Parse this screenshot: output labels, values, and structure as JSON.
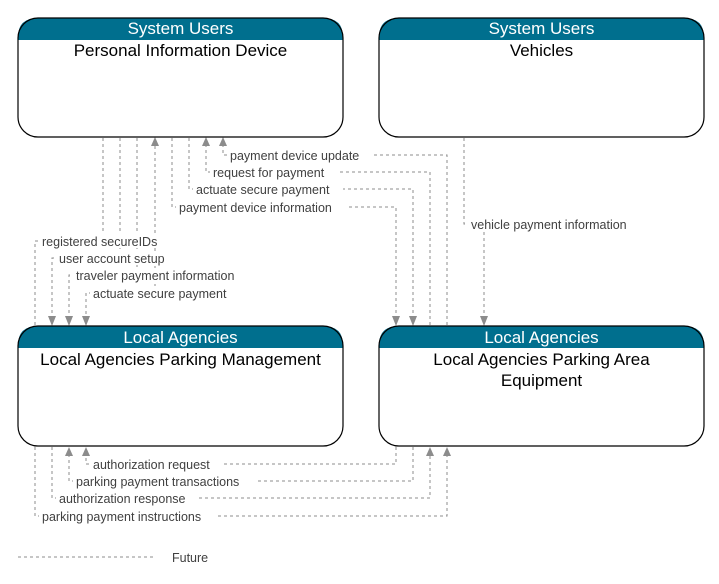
{
  "boxes": {
    "pid": {
      "category": "System Users",
      "name": [
        "Personal Information Device"
      ]
    },
    "veh": {
      "category": "System Users",
      "name": [
        "Vehicles"
      ]
    },
    "lapm": {
      "category": "Local Agencies",
      "name": [
        "Local Agencies Parking Management"
      ]
    },
    "lapae": {
      "category": "Local Agencies",
      "name": [
        "Local Agencies Parking Area",
        "Equipment"
      ]
    }
  },
  "flows": {
    "payment_device_update": "payment device update",
    "request_for_payment": "request for payment",
    "actuate_secure_payment_top": "actuate secure payment",
    "payment_device_information": "payment device information",
    "vehicle_payment_information": "vehicle payment information",
    "registered_secure_ids": "registered secureIDs",
    "user_account_setup": "user account setup",
    "traveler_payment_information": "traveler payment information",
    "actuate_secure_payment_left": "actuate secure payment",
    "authorization_request": "authorization request",
    "parking_payment_transactions": "parking payment transactions",
    "authorization_response": "authorization response",
    "parking_payment_instructions": "parking payment instructions"
  },
  "legend": {
    "future_label": "Future"
  },
  "colors": {
    "header": "#006f8e",
    "flow_line": "#8c8c8c",
    "flow_text": "#404040"
  }
}
